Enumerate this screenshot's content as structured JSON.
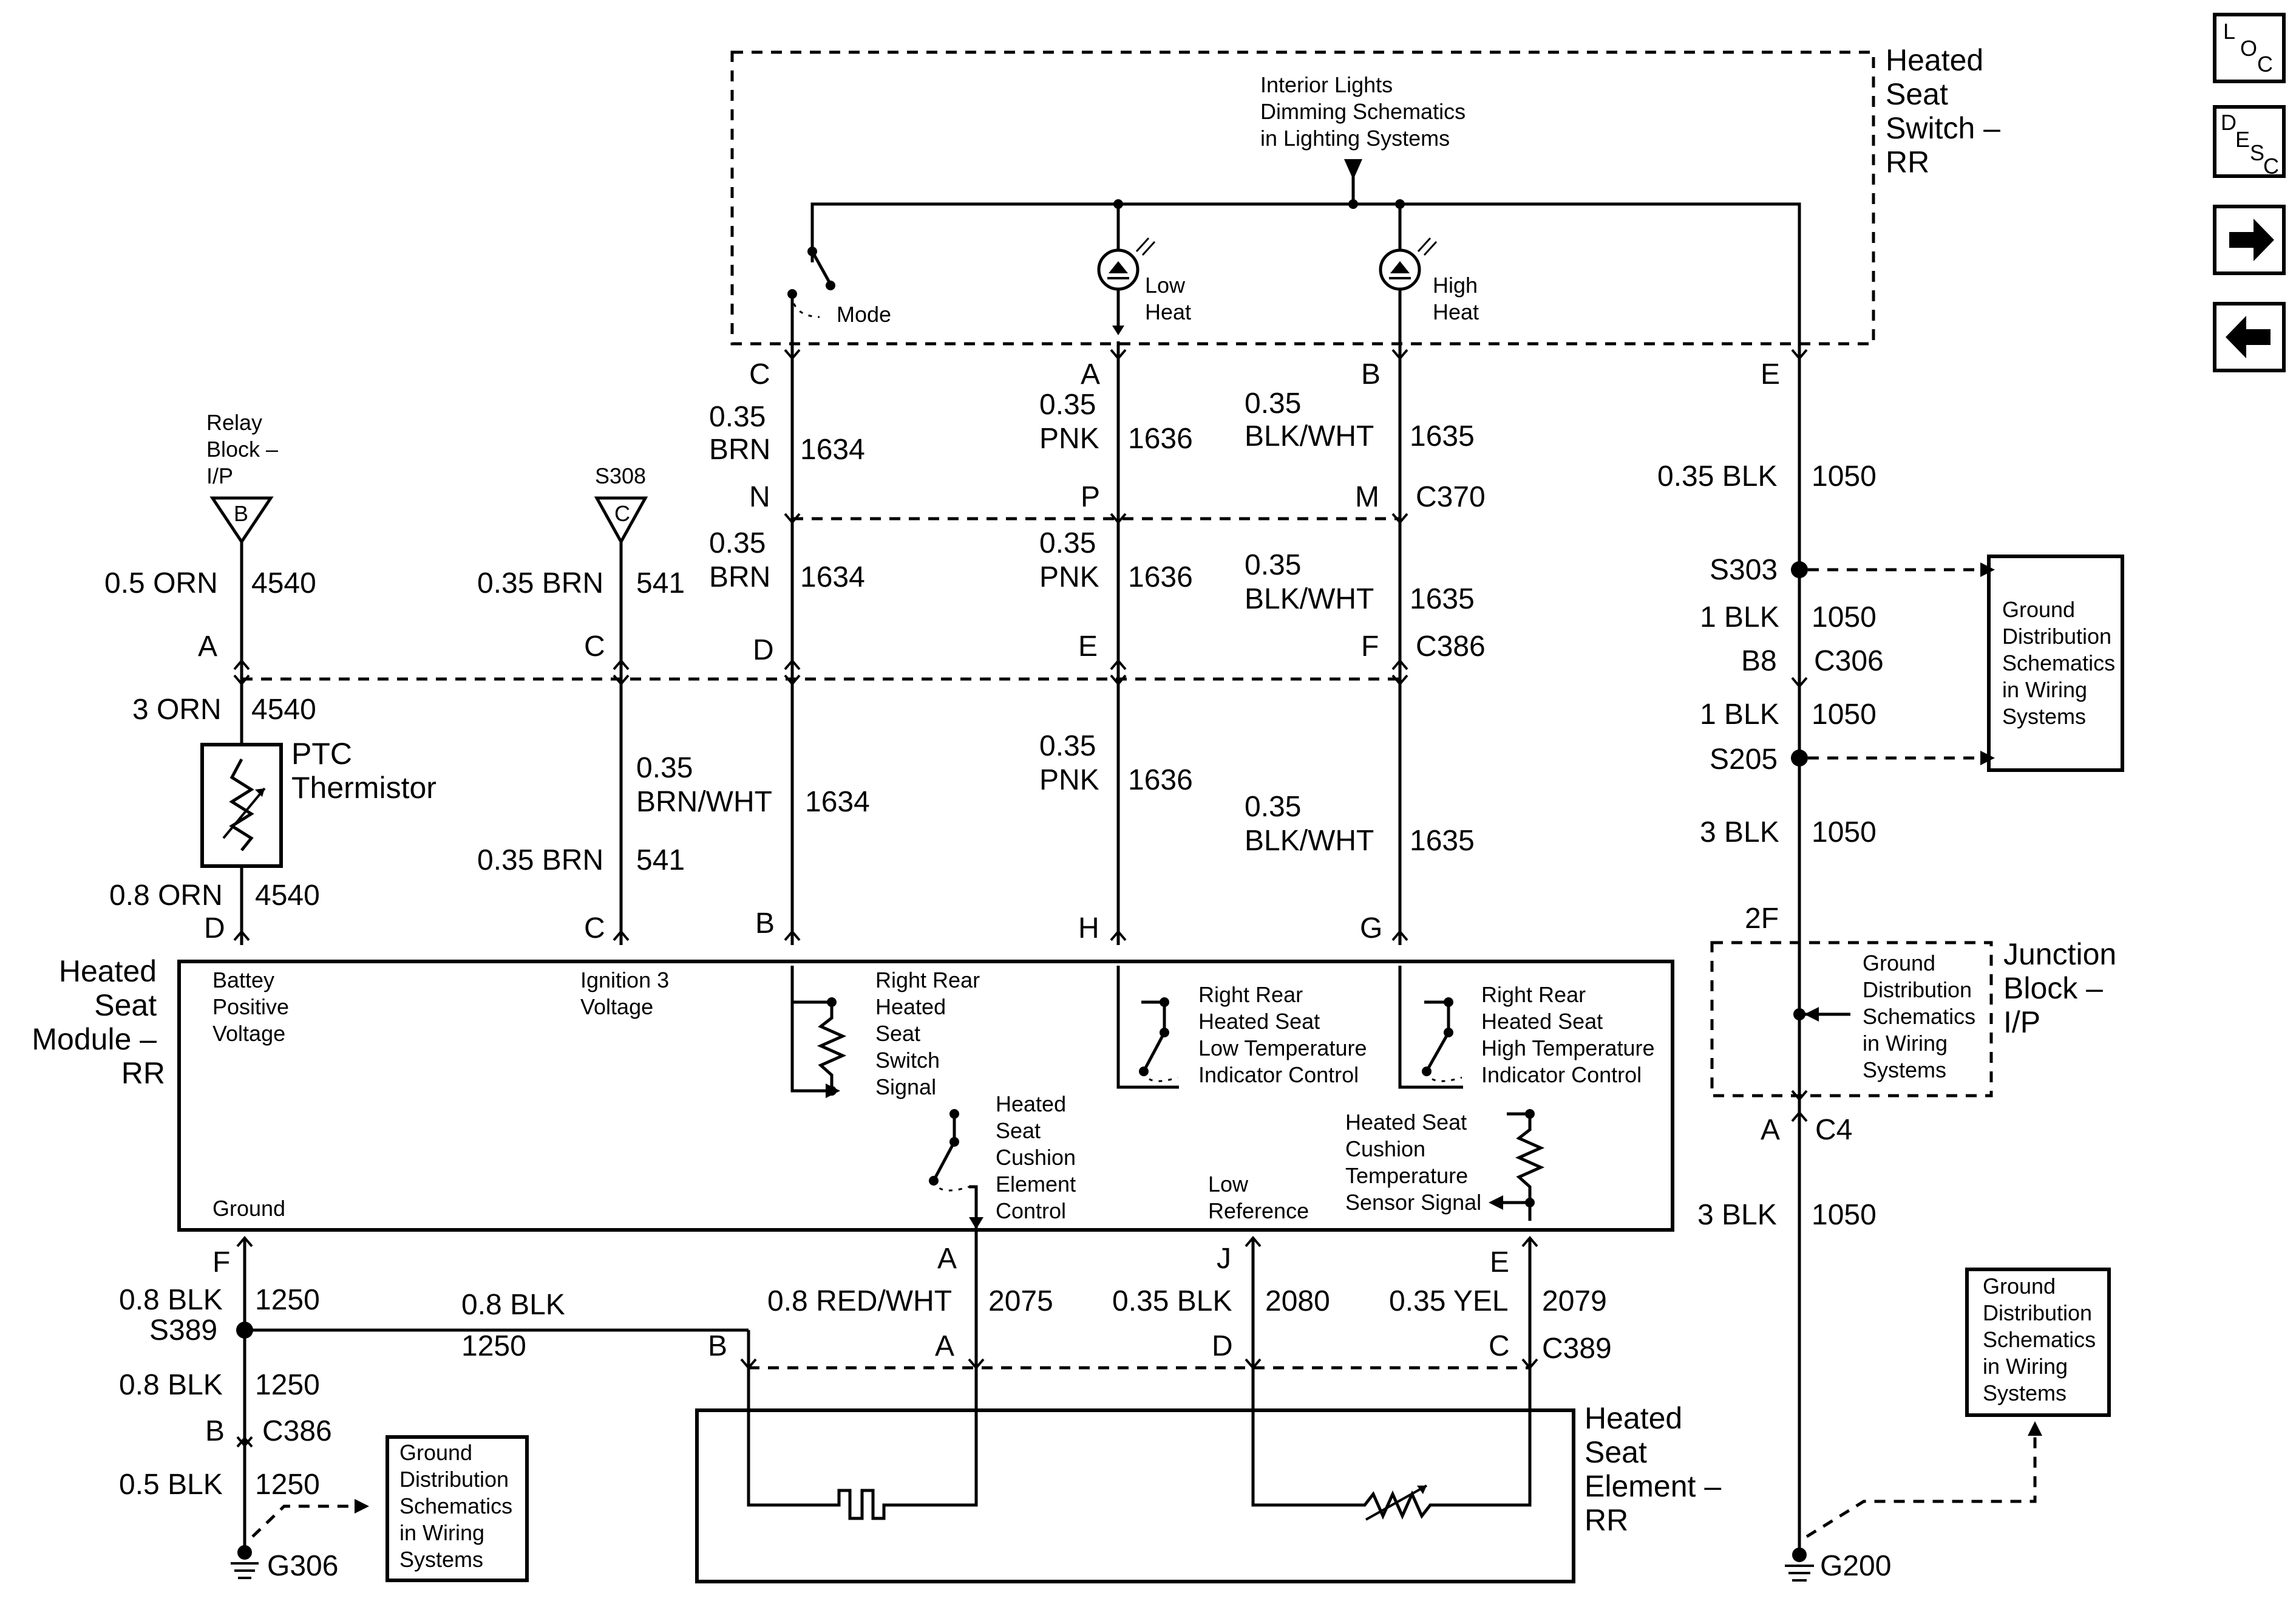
{
  "switch": {
    "title": [
      "Heated",
      "Seat",
      "Switch –",
      "RR"
    ],
    "dimming_note": [
      "Interior Lights",
      "Dimming Schematics",
      "in Lighting Systems"
    ],
    "mode_label": "Mode",
    "low_heat_label": [
      "Low",
      "Heat"
    ],
    "high_heat_label": [
      "High",
      "Heat"
    ]
  },
  "relay_block": {
    "label": [
      "Relay",
      "Block –",
      "I/P"
    ],
    "pin": "B"
  },
  "s308": {
    "label": "S308",
    "pin": "C"
  },
  "wires": {
    "orn_top": {
      "gauge": "0.5 ORN",
      "circuit": "4540"
    },
    "orn_mid": {
      "gauge": "3 ORN",
      "circuit": "4540"
    },
    "orn_bot": {
      "gauge": "0.8 ORN",
      "circuit": "4540"
    },
    "brn541_top": {
      "gauge": "0.35 BRN",
      "circuit": "541"
    },
    "brnwht": {
      "gauge": [
        "0.35",
        "BRN/WHT"
      ],
      "circuit": "1634"
    },
    "brn541_bot": {
      "gauge": "0.35 BRN",
      "circuit": "541"
    },
    "brn1634_top": {
      "gauge": [
        "0.35",
        "BRN"
      ],
      "circuit": "1634"
    },
    "brn1634_mid": {
      "gauge": [
        "0.35",
        "BRN"
      ],
      "circuit": "1634"
    },
    "pnk_top": {
      "gauge": [
        "0.35",
        "PNK"
      ],
      "circuit": "1636"
    },
    "pnk_mid": {
      "gauge": [
        "0.35",
        "PNK"
      ],
      "circuit": "1636"
    },
    "pnk_bot": {
      "gauge": [
        "0.35",
        "PNK"
      ],
      "circuit": "1636"
    },
    "blkwht_top": {
      "gauge": [
        "0.35",
        "BLK/WHT"
      ],
      "circuit": "1635"
    },
    "blkwht_mid": {
      "gauge": [
        "0.35",
        "BLK/WHT"
      ],
      "circuit": "1635"
    },
    "blkwht_bot": {
      "gauge": [
        "0.35",
        "BLK/WHT"
      ],
      "circuit": "1635"
    },
    "blk1050_a": {
      "gauge": "0.35 BLK",
      "circuit": "1050"
    },
    "blk1050_b": {
      "gauge": "1 BLK",
      "circuit": "1050"
    },
    "blk1050_c": {
      "gauge": "1 BLK",
      "circuit": "1050"
    },
    "blk1050_d": {
      "gauge": "3 BLK",
      "circuit": "1050"
    },
    "blk1050_e": {
      "gauge": "3 BLK",
      "circuit": "1050"
    },
    "blk1250_a": {
      "gauge": "0.8 BLK",
      "circuit": "1250"
    },
    "blk1250_h": {
      "gauge": "0.8 BLK",
      "circuit": "1250"
    },
    "blk1250_b": {
      "gauge": "0.8 BLK",
      "circuit": "1250"
    },
    "blk1250_c": {
      "gauge": "0.5 BLK",
      "circuit": "1250"
    },
    "redwht": {
      "gauge": "0.8 RED/WHT",
      "circuit": "2075"
    },
    "blk2080": {
      "gauge": "0.35 BLK",
      "circuit": "2080"
    },
    "yel2079": {
      "gauge": "0.35 YEL",
      "circuit": "2079"
    }
  },
  "pins": {
    "sw_c": "C",
    "sw_a": "A",
    "sw_b": "B",
    "sw_e": "E",
    "c370_n": "N",
    "c370_p": "P",
    "c370_m": "M",
    "c386_a": "A",
    "c386_c": "C",
    "c386_d": "D",
    "c386_e": "E",
    "c386_f": "F",
    "mod_d": "D",
    "mod_c": "C",
    "mod_b": "B",
    "mod_h": "H",
    "mod_g": "G",
    "mod_f": "F",
    "mod_a": "A",
    "mod_j": "J",
    "mod_e": "E",
    "c389_b": "B",
    "c389_a": "A",
    "c389_d": "D",
    "c389_c": "C",
    "c386_b": "B",
    "c306_b8": "B8",
    "jb_2f": "2F",
    "jb_a": "A"
  },
  "connectors": {
    "c370": "C370",
    "c386": "C386",
    "c306": "C306",
    "c4": "C4",
    "c389": "C389",
    "c386_lower": "C386"
  },
  "splices": {
    "s303": "S303",
    "s205": "S205",
    "s389": "S389"
  },
  "grounds": {
    "g306": "G306",
    "g200": "G200"
  },
  "ptc": {
    "label": [
      "PTC",
      "Thermistor"
    ]
  },
  "module": {
    "title": [
      "Heated",
      "Seat",
      "Module –",
      "RR"
    ],
    "battery": [
      "Battey",
      "Positive",
      "Voltage"
    ],
    "ignition": [
      "Ignition 3",
      "Voltage"
    ],
    "ground": "Ground",
    "switch_signal": [
      "Right Rear",
      "Heated",
      "Seat",
      "Switch",
      "Signal"
    ],
    "low_indicator": [
      "Right Rear",
      "Heated Seat",
      "Low Temperature",
      "Indicator Control"
    ],
    "high_indicator": [
      "Right Rear",
      "Heated Seat",
      "High Temperature",
      "Indicator Control"
    ],
    "cushion_control": [
      "Heated",
      "Seat",
      "Cushion",
      "Element",
      "Control"
    ],
    "low_reference": [
      "Low",
      "Reference"
    ],
    "temp_sensor": [
      "Heated Seat",
      "Cushion",
      "Temperature",
      "Sensor Signal"
    ]
  },
  "junction_block": {
    "title": [
      "Junction",
      "Block –",
      "I/P"
    ]
  },
  "element": {
    "title": [
      "Heated",
      "Seat",
      "Element –",
      "RR"
    ]
  },
  "ground_notes": {
    "right_top": [
      "Ground",
      "Distribution",
      "Schematics",
      "in Wiring",
      "Systems"
    ],
    "junction": [
      "Ground",
      "Distribution",
      "Schematics",
      "in Wiring",
      "Systems"
    ],
    "bottom_left": [
      "Ground",
      "Distribution",
      "Schematics",
      "in Wiring",
      "Systems"
    ],
    "bottom_right": [
      "Ground",
      "Distribution",
      "Schematics",
      "in Wiring",
      "Systems"
    ]
  },
  "nav": {
    "loc": [
      "L",
      "O",
      "C"
    ],
    "desc": [
      "D",
      "E",
      "S",
      "C"
    ],
    "forward_icon": "arrow-right-icon",
    "back_icon": "arrow-left-icon"
  }
}
